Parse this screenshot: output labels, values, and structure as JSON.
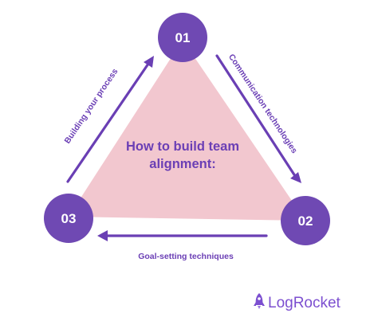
{
  "diagram": {
    "title_line1": "How to build team",
    "title_line2": "alignment:",
    "nodes": [
      {
        "label": "01"
      },
      {
        "label": "02"
      },
      {
        "label": "03"
      }
    ],
    "edges": [
      {
        "label": "Communication technologies",
        "from": "01",
        "to": "02"
      },
      {
        "label": "Goal-setting techniques",
        "from": "02",
        "to": "03"
      },
      {
        "label": "Building your process",
        "from": "03",
        "to": "01"
      }
    ]
  },
  "brand": {
    "name": "LogRocket",
    "icon": "rocket-icon"
  },
  "colors": {
    "node_fill": "#6f49b3",
    "triangle_fill": "#f2c7cf",
    "arrow": "#6a3fb4",
    "text_accent": "#6b3fb5",
    "brand": "#7c4fd0"
  }
}
